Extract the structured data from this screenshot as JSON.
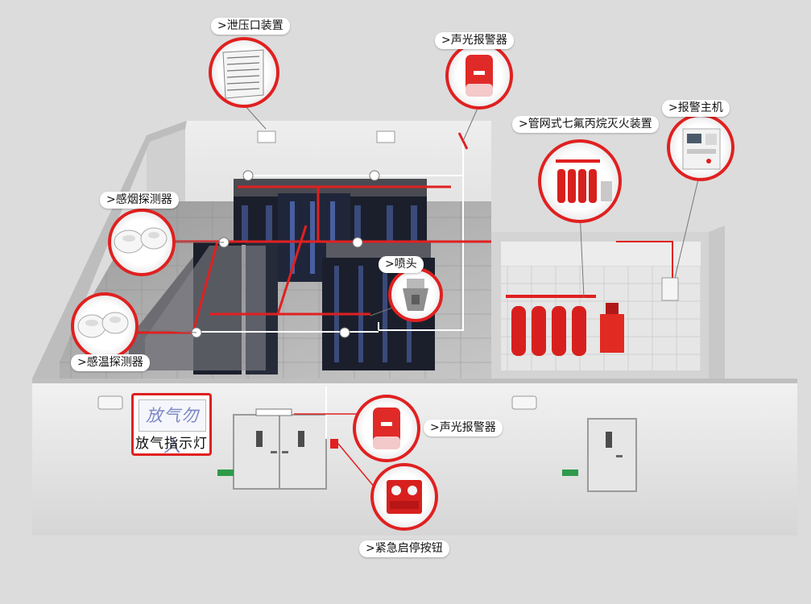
{
  "labels": {
    "pressure_relief": ">泄压口装置",
    "alarm_top": ">声光报警器",
    "pipe_network": ">管网式七氟丙烷灭火装置",
    "alarm_host": ">报警主机",
    "smoke_detector": ">感烟探测器",
    "nozzle": ">喷头",
    "temp_detector": ">感温探测器",
    "alarm_front": ">声光报警器",
    "emergency_button": ">紧急启停按钮"
  },
  "release_lamp": {
    "screen_text": "放气勿入",
    "caption": "放气指示灯"
  },
  "colors": {
    "accent": "#e02020",
    "pipe": "#e02020",
    "wire": "#ffffff",
    "background": "#dcdcdc"
  },
  "icons": {
    "pressure_relief": "vent-grille-icon",
    "alarm": "strobe-siren-icon",
    "cylinders": "gas-cylinder-rack-icon",
    "host": "alarm-control-panel-icon",
    "smoke": "smoke-detector-icon",
    "nozzle": "spray-nozzle-icon",
    "temp": "heat-detector-icon",
    "button": "emergency-button-icon"
  }
}
